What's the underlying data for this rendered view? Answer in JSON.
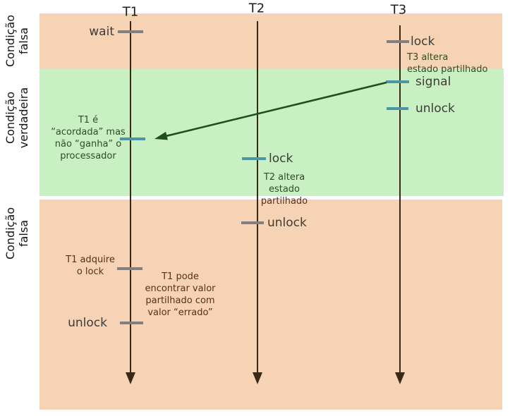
{
  "colors": {
    "band_false": "#f6d3b5",
    "band_true": "#c9f0c3",
    "tick_teal": "#4a96a5",
    "tick_gray": "#808080",
    "timeline": "#3a2814",
    "signal_arrow": "#1f4e1f"
  },
  "side_labels": {
    "top": {
      "line1": "Condição",
      "line2": "falsa"
    },
    "middle": {
      "line1": "Condição",
      "line2": "verdadeira"
    },
    "bottom": {
      "line1": "Condição",
      "line2": "falsa"
    }
  },
  "threads": {
    "t1": "T1",
    "t2": "T2",
    "t3": "T3"
  },
  "events": {
    "t1_wait": "wait",
    "t1_unlock": "unlock",
    "t2_lock": "lock",
    "t2_unlock": "unlock",
    "t3_lock": "lock",
    "t3_signal": "signal",
    "t3_unlock": "unlock"
  },
  "annotations": {
    "t3_state": "T3 altera\nestado partilhado",
    "t1_wakeup": "T1 é\n“acordada” mas\nnão “ganha” o\nprocessador",
    "t2_state_top": "T2 altera\nestado",
    "t2_state_bottom": "partilhado",
    "t1_acquire": "T1 adquire\no lock",
    "t1_wrong": "T1 pode\nencontrar valor\npartilhado com\nvalor “errado”"
  }
}
